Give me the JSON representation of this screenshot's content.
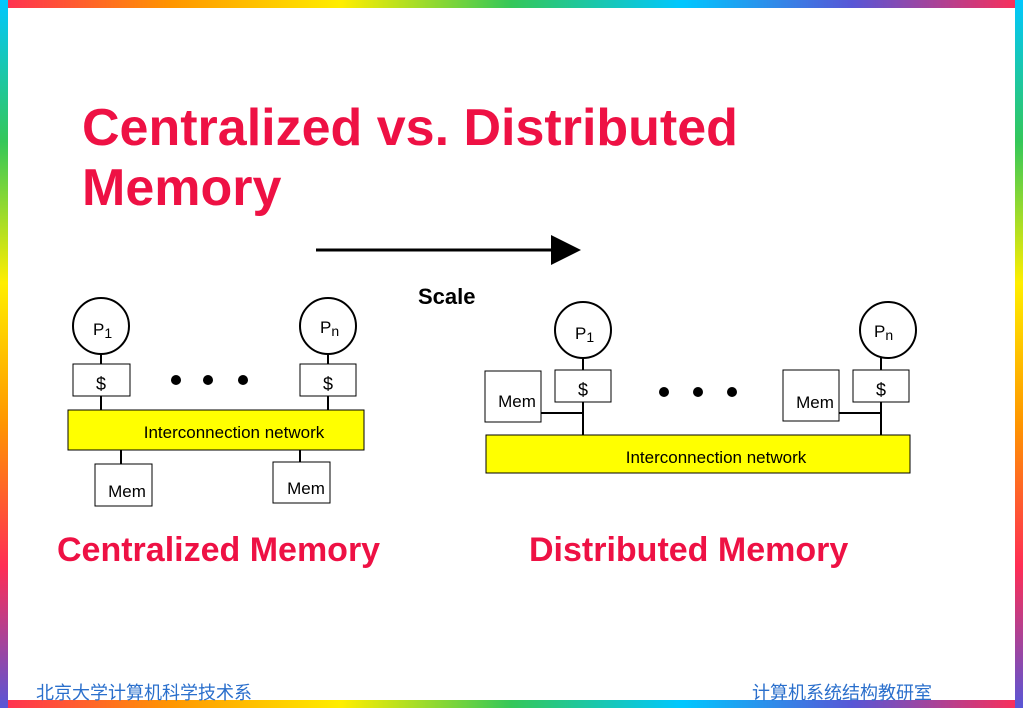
{
  "slide": {
    "title_line1": "Centralized vs. Distributed",
    "title_line2": "Memory",
    "scale_label": "Scale",
    "left_caption": "Centralized Memory",
    "right_caption": "Distributed Memory",
    "footer_left": "北京大学计算机科学技术系",
    "footer_right": "计算机系统结构教研室",
    "title_color": "#ee1144",
    "footer_color": "#2a6fcc",
    "network_color": "#ffff00"
  },
  "centralized": {
    "processor_first": "P",
    "processor_first_sub": "1",
    "processor_last": "P",
    "processor_last_sub": "n",
    "cache_first": "$",
    "cache_last": "$",
    "network": "Interconnection network",
    "mem_first": "Mem",
    "mem_last": "Mem"
  },
  "distributed": {
    "processor_first": "P",
    "processor_first_sub": "1",
    "processor_last": "P",
    "processor_last_sub": "n",
    "cache_first": "$",
    "cache_last": "$",
    "mem_first": "Mem",
    "mem_last": "Mem",
    "network": "Interconnection network"
  }
}
